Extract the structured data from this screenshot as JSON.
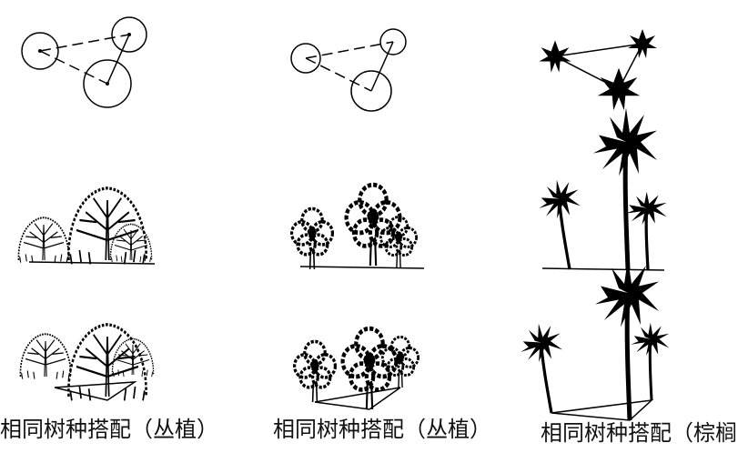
{
  "captions": {
    "column_1": "相同树种搭配（丛植）",
    "column_2": "相同树种搭配（丛植）",
    "column_3": "相同树种搭配（棕榈）"
  },
  "colors": {
    "ink": "#000000",
    "background": "#ffffff"
  }
}
